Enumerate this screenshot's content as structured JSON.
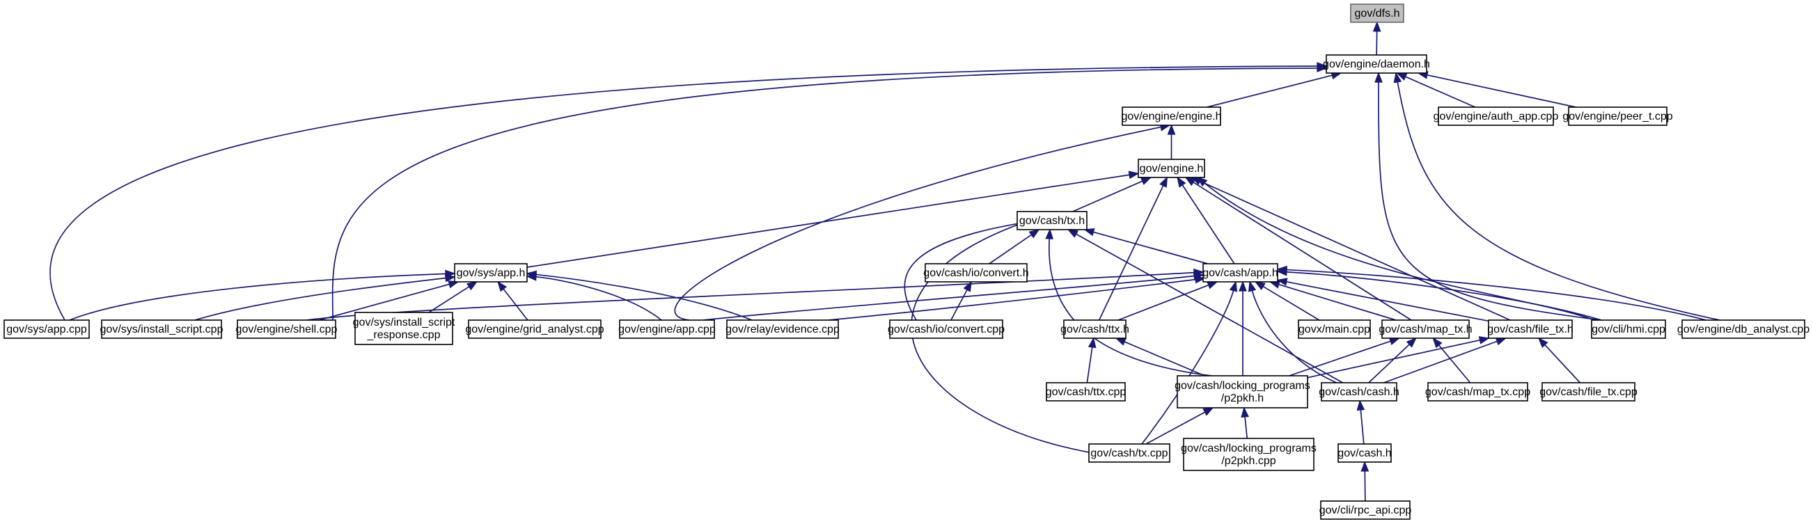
{
  "diagram": {
    "title": "",
    "colors": {
      "edge": "#191970",
      "node_border": "#000000",
      "root_fill": "#bfbfbf",
      "root_border": "#666666",
      "node_fill": "#ffffff"
    },
    "nodes": [
      {
        "id": "dfs_h",
        "lines": [
          "gov/dfs.h"
        ],
        "root": true
      },
      {
        "id": "daemon_h",
        "lines": [
          "gov/engine/daemon.h"
        ]
      },
      {
        "id": "engine_engine_h",
        "lines": [
          "gov/engine/engine.h"
        ]
      },
      {
        "id": "auth_app_cpp",
        "lines": [
          "gov/engine/auth_app.cpp"
        ]
      },
      {
        "id": "peer_t_cpp",
        "lines": [
          "gov/engine/peer_t.cpp"
        ]
      },
      {
        "id": "engine_h",
        "lines": [
          "gov/engine.h"
        ]
      },
      {
        "id": "cash_tx_h",
        "lines": [
          "gov/cash/tx.h"
        ]
      },
      {
        "id": "sys_app_h",
        "lines": [
          "gov/sys/app.h"
        ]
      },
      {
        "id": "io_convert_h",
        "lines": [
          "gov/cash/io/convert.h"
        ]
      },
      {
        "id": "cash_app_h",
        "lines": [
          "gov/cash/app.h"
        ]
      },
      {
        "id": "sys_app_cpp",
        "lines": [
          "gov/sys/app.cpp"
        ]
      },
      {
        "id": "install_script_cpp",
        "lines": [
          "gov/sys/install_script.cpp"
        ]
      },
      {
        "id": "shell_cpp",
        "lines": [
          "gov/engine/shell.cpp"
        ]
      },
      {
        "id": "install_script_response_cpp",
        "lines": [
          "gov/sys/install_script",
          "_response.cpp"
        ]
      },
      {
        "id": "grid_analyst_cpp",
        "lines": [
          "gov/engine/grid_analyst.cpp"
        ]
      },
      {
        "id": "engine_app_cpp",
        "lines": [
          "gov/engine/app.cpp"
        ]
      },
      {
        "id": "evidence_cpp",
        "lines": [
          "gov/relay/evidence.cpp"
        ]
      },
      {
        "id": "io_convert_cpp",
        "lines": [
          "gov/cash/io/convert.cpp"
        ]
      },
      {
        "id": "ttx_h",
        "lines": [
          "gov/cash/ttx.h"
        ]
      },
      {
        "id": "govx_main_cpp",
        "lines": [
          "govx/main.cpp"
        ]
      },
      {
        "id": "map_tx_h",
        "lines": [
          "gov/cash/map_tx.h"
        ]
      },
      {
        "id": "file_tx_h",
        "lines": [
          "gov/cash/file_tx.h"
        ]
      },
      {
        "id": "hmi_cpp",
        "lines": [
          "gov/cli/hmi.cpp"
        ]
      },
      {
        "id": "db_analyst_cpp",
        "lines": [
          "gov/engine/db_analyst.cpp"
        ]
      },
      {
        "id": "ttx_cpp",
        "lines": [
          "gov/cash/ttx.cpp"
        ]
      },
      {
        "id": "p2pkh_h",
        "lines": [
          "gov/cash/locking_programs",
          "/p2pkh.h"
        ]
      },
      {
        "id": "cash_cash_h",
        "lines": [
          "gov/cash/cash.h"
        ]
      },
      {
        "id": "map_tx_cpp",
        "lines": [
          "gov/cash/map_tx.cpp"
        ]
      },
      {
        "id": "file_tx_cpp",
        "lines": [
          "gov/cash/file_tx.cpp"
        ]
      },
      {
        "id": "tx_cpp",
        "lines": [
          "gov/cash/tx.cpp"
        ]
      },
      {
        "id": "p2pkh_cpp",
        "lines": [
          "gov/cash/locking_programs",
          "/p2pkh.cpp"
        ]
      },
      {
        "id": "gov_cash_h",
        "lines": [
          "gov/cash.h"
        ]
      },
      {
        "id": "rpc_api_cpp",
        "lines": [
          "gov/cli/rpc_api.cpp"
        ]
      }
    ],
    "edges": [
      {
        "from": "daemon_h",
        "to": "dfs_h"
      },
      {
        "from": "engine_engine_h",
        "to": "daemon_h"
      },
      {
        "from": "auth_app_cpp",
        "to": "daemon_h"
      },
      {
        "from": "peer_t_cpp",
        "to": "daemon_h"
      },
      {
        "from": "sys_app_cpp",
        "to": "daemon_h"
      },
      {
        "from": "shell_cpp",
        "to": "daemon_h"
      },
      {
        "from": "hmi_cpp",
        "to": "daemon_h"
      },
      {
        "from": "db_analyst_cpp",
        "to": "daemon_h"
      },
      {
        "from": "engine_h",
        "to": "engine_engine_h"
      },
      {
        "from": "engine_app_cpp",
        "to": "engine_engine_h"
      },
      {
        "from": "cash_tx_h",
        "to": "engine_h"
      },
      {
        "from": "sys_app_h",
        "to": "engine_h"
      },
      {
        "from": "cash_app_h",
        "to": "engine_h"
      },
      {
        "from": "ttx_h",
        "to": "engine_h"
      },
      {
        "from": "map_tx_h",
        "to": "engine_h"
      },
      {
        "from": "file_tx_h",
        "to": "engine_h"
      },
      {
        "from": "hmi_cpp",
        "to": "engine_h"
      },
      {
        "from": "io_convert_h",
        "to": "cash_tx_h"
      },
      {
        "from": "cash_app_h",
        "to": "cash_tx_h"
      },
      {
        "from": "io_convert_cpp",
        "to": "cash_tx_h"
      },
      {
        "from": "p2pkh_h",
        "to": "cash_tx_h"
      },
      {
        "from": "cash_cash_h",
        "to": "cash_tx_h"
      },
      {
        "from": "tx_cpp",
        "to": "cash_tx_h"
      },
      {
        "from": "sys_app_cpp",
        "to": "sys_app_h"
      },
      {
        "from": "install_script_cpp",
        "to": "sys_app_h"
      },
      {
        "from": "shell_cpp",
        "to": "sys_app_h"
      },
      {
        "from": "install_script_response_cpp",
        "to": "sys_app_h"
      },
      {
        "from": "grid_analyst_cpp",
        "to": "sys_app_h"
      },
      {
        "from": "engine_app_cpp",
        "to": "sys_app_h"
      },
      {
        "from": "evidence_cpp",
        "to": "sys_app_h"
      },
      {
        "from": "io_convert_cpp",
        "to": "io_convert_h"
      },
      {
        "from": "shell_cpp",
        "to": "cash_app_h"
      },
      {
        "from": "engine_app_cpp",
        "to": "cash_app_h"
      },
      {
        "from": "evidence_cpp",
        "to": "cash_app_h"
      },
      {
        "from": "ttx_h",
        "to": "cash_app_h"
      },
      {
        "from": "govx_main_cpp",
        "to": "cash_app_h"
      },
      {
        "from": "map_tx_h",
        "to": "cash_app_h"
      },
      {
        "from": "file_tx_h",
        "to": "cash_app_h"
      },
      {
        "from": "hmi_cpp",
        "to": "cash_app_h"
      },
      {
        "from": "db_analyst_cpp",
        "to": "cash_app_h"
      },
      {
        "from": "p2pkh_h",
        "to": "cash_app_h"
      },
      {
        "from": "cash_cash_h",
        "to": "cash_app_h"
      },
      {
        "from": "tx_cpp",
        "to": "cash_app_h"
      },
      {
        "from": "ttx_cpp",
        "to": "ttx_h"
      },
      {
        "from": "p2pkh_h",
        "to": "ttx_h"
      },
      {
        "from": "p2pkh_h",
        "to": "map_tx_h"
      },
      {
        "from": "cash_cash_h",
        "to": "map_tx_h"
      },
      {
        "from": "map_tx_cpp",
        "to": "map_tx_h"
      },
      {
        "from": "p2pkh_h",
        "to": "file_tx_h"
      },
      {
        "from": "cash_cash_h",
        "to": "file_tx_h"
      },
      {
        "from": "file_tx_cpp",
        "to": "file_tx_h"
      },
      {
        "from": "tx_cpp",
        "to": "p2pkh_h"
      },
      {
        "from": "p2pkh_cpp",
        "to": "p2pkh_h"
      },
      {
        "from": "gov_cash_h",
        "to": "cash_cash_h"
      },
      {
        "from": "rpc_api_cpp",
        "to": "gov_cash_h"
      }
    ]
  }
}
